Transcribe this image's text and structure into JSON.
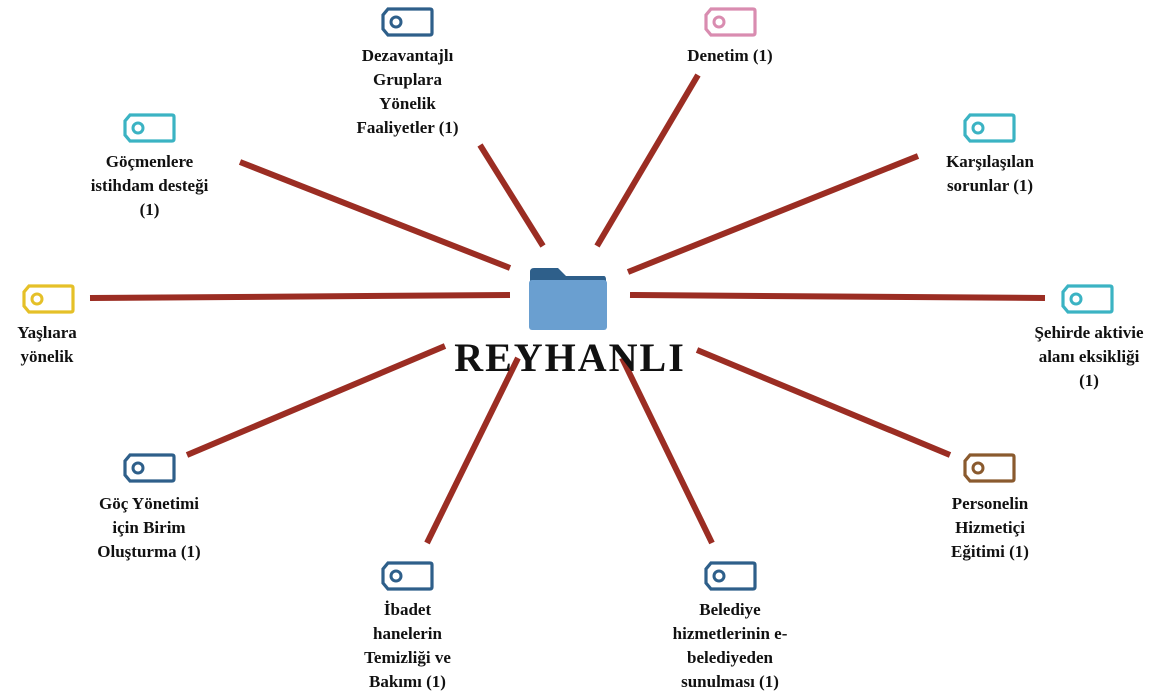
{
  "center": {
    "title": "REYHANLI",
    "icon": "folder-icon",
    "icon_color": "#5b93c8",
    "tab_color": "#2e5f8a"
  },
  "link_color": "#9b2d23",
  "nodes": [
    {
      "id": "dezavantajli",
      "label": "Dezavantajlı\nGruplara\nYönelik\nFaaliyetler (1)",
      "icon": "tag-icon",
      "color": "#2e5f8a"
    },
    {
      "id": "denetim",
      "label": "Denetim (1)",
      "icon": "tag-icon",
      "color": "#d98cb0"
    },
    {
      "id": "karsilasilan",
      "label": "Karşılaşılan\nsorunlar (1)",
      "icon": "tag-icon",
      "color": "#3bb3c3"
    },
    {
      "id": "sehirde",
      "label": "Şehirde aktivie\nalanı eksikliği\n(1)",
      "icon": "tag-icon",
      "color": "#3bb3c3"
    },
    {
      "id": "personelin",
      "label": "Personelin\nHizmetiçi\nEğitimi (1)",
      "icon": "tag-icon",
      "color": "#8a5a2e"
    },
    {
      "id": "belediye",
      "label": "Belediye\nhizmetlerinin e-\nbelediyeden\nsunulması (1)",
      "icon": "tag-icon",
      "color": "#2e5f8a"
    },
    {
      "id": "ibadet",
      "label": "İbadet\nhanelerin\nTemizliği ve\nBakımı (1)",
      "icon": "tag-icon",
      "color": "#2e5f8a"
    },
    {
      "id": "goc-yonetimi",
      "label": "Göç Yönetimi\niçin Birim\nOluşturma (1)",
      "icon": "tag-icon",
      "color": "#2e5f8a"
    },
    {
      "id": "yaslara",
      "label": "Yaşlıara\nyönelik",
      "icon": "tag-icon",
      "color": "#e5c028"
    },
    {
      "id": "gocmenlere",
      "label": "Göçmenlere\nistihdam desteği\n(1)",
      "icon": "tag-icon",
      "color": "#3bb3c3"
    }
  ]
}
